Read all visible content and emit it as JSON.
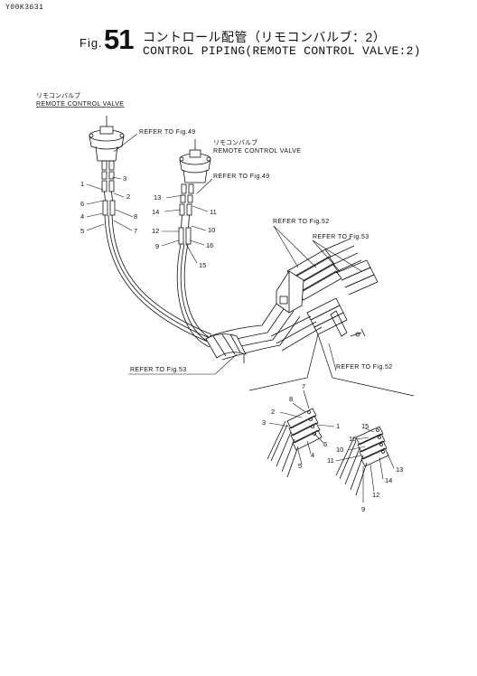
{
  "header": {
    "doc_code": "Y00K3631",
    "fig_prefix": "Fig.",
    "fig_number": "51",
    "title_jp": "コントロール配管（リモコンバルブ：2）",
    "title_en": "CONTROL PIPING(REMOTE CONTROL VALVE:2)"
  },
  "valve_left": {
    "label_jp": "リモコンバルブ",
    "label_en": "REMOTE CONTROL VALVE"
  },
  "valve_right": {
    "label_jp": "リモコンバルブ",
    "label_en": "REMOTE CONTROL VALVE"
  },
  "refs": {
    "fig49_a": "REFER TO Fig.49",
    "fig49_b": "REFER TO Fig.49",
    "fig52_a": "REFER TO Fig.52",
    "fig53_a": "REFER TO Fig.53",
    "fig53_b": "REFER TO Fig.53",
    "fig52_b": "REFER TO Fig.52"
  },
  "callouts_left": [
    "1",
    "2",
    "3",
    "4",
    "5",
    "6",
    "7",
    "8"
  ],
  "callouts_right": [
    "9",
    "10",
    "11",
    "12",
    "13",
    "14",
    "15",
    "16"
  ],
  "callouts_detail_left": [
    "1",
    "2",
    "3",
    "4",
    "5",
    "6",
    "7",
    "8"
  ],
  "callouts_detail_right": [
    "9",
    "10",
    "11",
    "12",
    "13",
    "14",
    "15",
    "16"
  ]
}
